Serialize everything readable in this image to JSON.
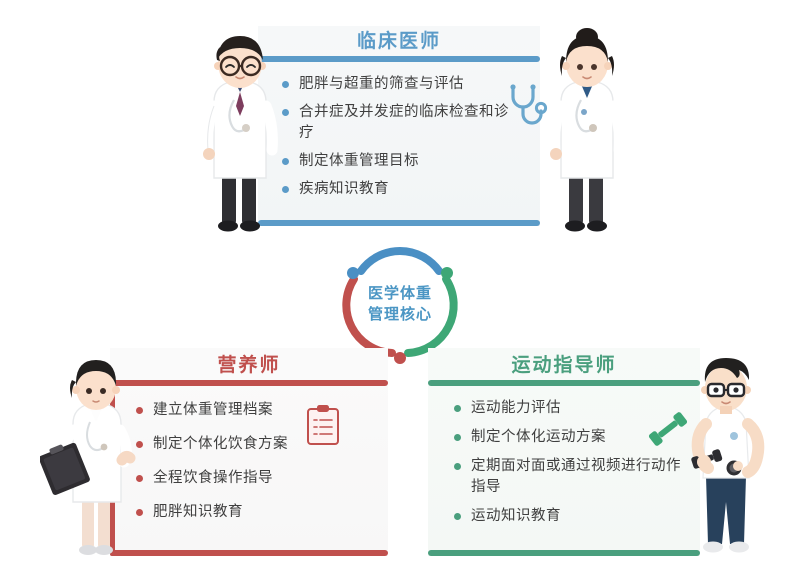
{
  "hub": {
    "line1": "医学体重",
    "line2": "管理核心",
    "color": "#4b96c4",
    "arcs": [
      {
        "name": "top-arc",
        "color": "#4a8fc4"
      },
      {
        "name": "left-arc",
        "color": "#c0504d"
      },
      {
        "name": "right-arc",
        "color": "#3ea776"
      }
    ],
    "dots": [
      {
        "name": "dot-top-left",
        "color": "#4a8fc4"
      },
      {
        "name": "dot-top-right",
        "color": "#3ea776"
      },
      {
        "name": "dot-bottom",
        "color": "#c0504d"
      }
    ]
  },
  "sections": {
    "clinician": {
      "title": "临床医师",
      "color": "#5b9bc8",
      "bullets": [
        "肥胖与超重的筛查与评估",
        "合并症及并发症的临床检查和诊疗",
        "制定体重管理目标",
        "疾病知识教育"
      ],
      "icon": "stethoscope-icon",
      "figures": [
        "male-doctor",
        "female-doctor"
      ]
    },
    "nutritionist": {
      "title": "营养师",
      "color": "#c0504d",
      "bullets": [
        "建立体重管理档案",
        "制定个体化饮食方案",
        "全程饮食操作指导",
        "肥胖知识教育"
      ],
      "icon": "clipboard-icon",
      "figures": [
        "nutritionist"
      ]
    },
    "exercise": {
      "title": "运动指导师",
      "color": "#4a9f7e",
      "bullets": [
        "运动能力评估",
        "制定个体化运动方案",
        "定期面对面或通过视频进行动作指导",
        "运动知识教育"
      ],
      "icon": "dumbbell-icon",
      "figures": [
        "fitness-trainer"
      ]
    }
  }
}
